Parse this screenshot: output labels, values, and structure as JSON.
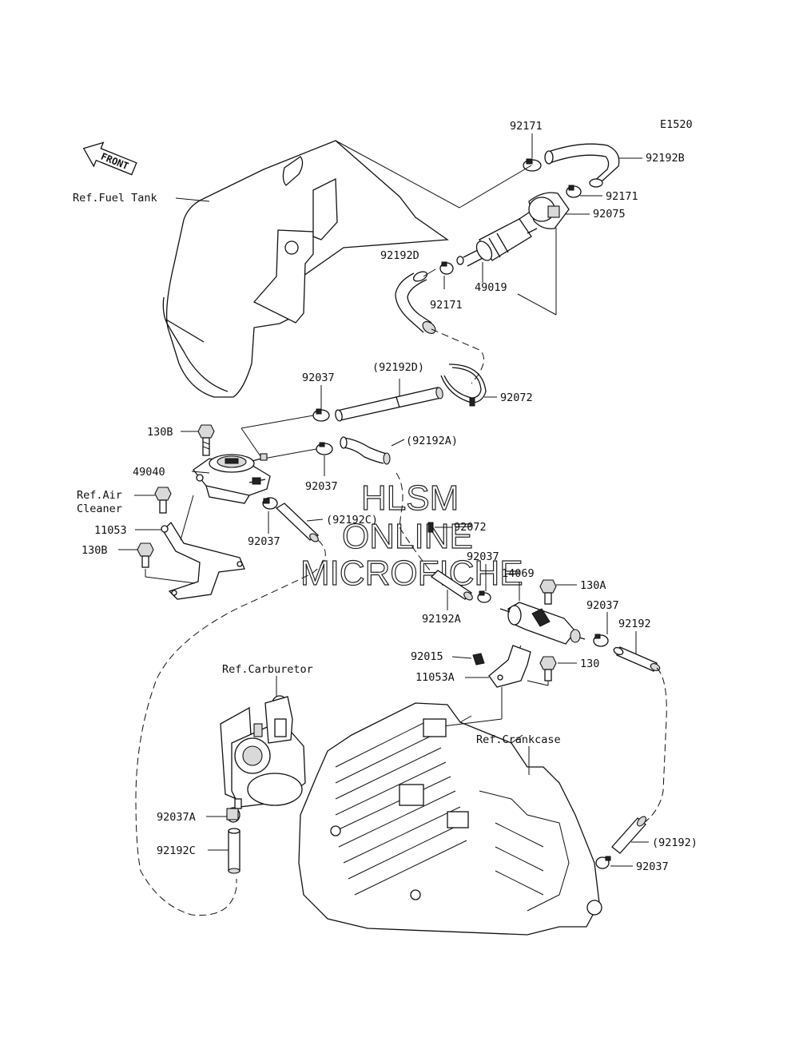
{
  "diagram_code": "E1520",
  "front_label": "FRONT",
  "watermark": {
    "line1": "HLSM",
    "line2": "ONLINE",
    "line3": "MICROFICHE"
  },
  "references": {
    "fuel_tank": "Ref.Fuel Tank",
    "air_cleaner_1": "Ref.Air",
    "air_cleaner_2": "Cleaner",
    "carburetor": "Ref.Carburetor",
    "crankcase": "Ref.Crankcase"
  },
  "parts": {
    "p92171_a": "92171",
    "p92192B": "92192B",
    "p92171_b": "92171",
    "p92075": "92075",
    "p92192D": "92192D",
    "p92171_c": "92171",
    "p49019": "49019",
    "p92037_a": "92037",
    "p92192D_ref": "(92192D)",
    "p92072_a": "92072",
    "p130B_a": "130B",
    "p92192A_ref": "(92192A)",
    "p49040": "49040",
    "p92037_b": "92037",
    "p92037_c": "92037",
    "p92192C_ref": "(92192C)",
    "p11053": "11053",
    "p130B_b": "130B",
    "p92072_b": "92072",
    "p92037_d": "92037",
    "p14069": "14069",
    "p130A": "130A",
    "p92037_e": "92037",
    "p92192A": "92192A",
    "p92192": "92192",
    "p92015": "92015",
    "p130": "130",
    "p11053A": "11053A",
    "p92037A": "92037A",
    "p92192C": "92192C",
    "p92192_ref": "(92192)",
    "p92037_f": "92037"
  }
}
